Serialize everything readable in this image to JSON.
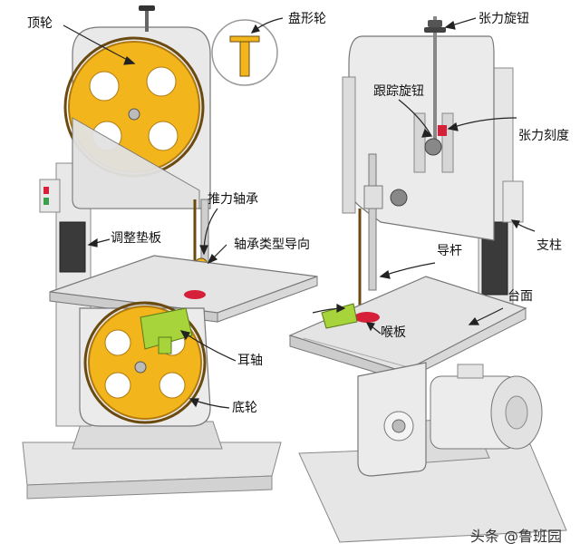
{
  "labels": {
    "top_wheel": "顶轮",
    "disc_wheel": "盘形轮",
    "thrust_bearing": "推力轴承",
    "adjust_pad": "调整垫板",
    "bearing_guide": "轴承类型导向",
    "trunnion": "耳轴",
    "bottom_wheel": "底轮",
    "tension_knob": "张力旋钮",
    "tracking_knob": "跟踪旋钮",
    "tension_scale": "张力刻度",
    "column": "支柱",
    "guide_post": "导杆",
    "table": "台面",
    "throat_plate": "喉板"
  },
  "watermark": "头条 @鲁班园",
  "colors": {
    "wheel": "#f2b51c",
    "body": "#e4e4e4",
    "trunnion": "#a6d43a",
    "throat": "#d6203a",
    "motor": "#3a3a3a"
  }
}
